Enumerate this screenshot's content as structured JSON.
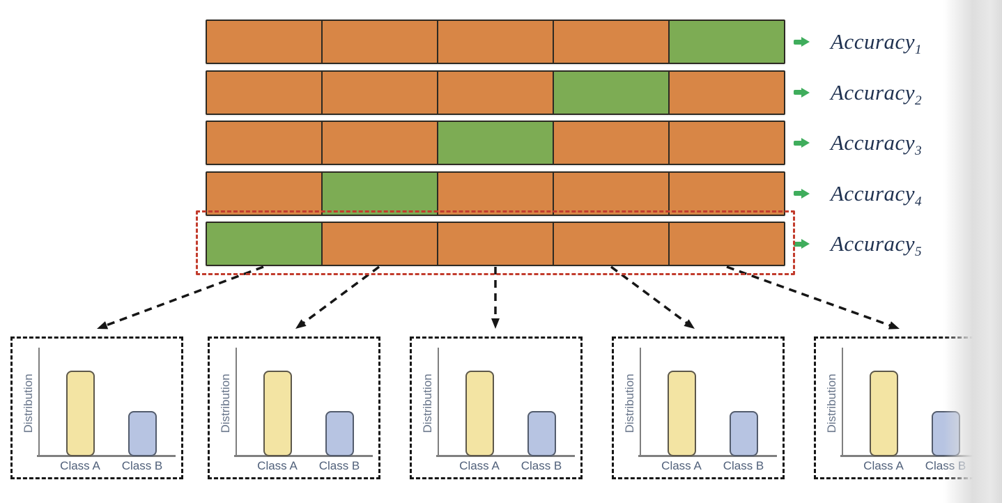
{
  "diagram": {
    "blocks_per_row": 5,
    "rows": [
      {
        "label_base": "Accuracy",
        "subscript": "1",
        "validation_block": 5
      },
      {
        "label_base": "Accuracy",
        "subscript": "2",
        "validation_block": 4
      },
      {
        "label_base": "Accuracy",
        "subscript": "3",
        "validation_block": 3
      },
      {
        "label_base": "Accuracy",
        "subscript": "4",
        "validation_block": 2
      },
      {
        "label_base": "Accuracy",
        "subscript": "5",
        "validation_block": 1
      }
    ],
    "highlighted_row": 5
  },
  "charts": {
    "panel_count": 5,
    "ylabel": "Distribution",
    "categories": [
      "Class A",
      "Class B"
    ]
  },
  "chart_data": [
    {
      "type": "bar",
      "title": "",
      "ylabel": "Distribution",
      "categories": [
        "Class A",
        "Class B"
      ],
      "values": [
        0.79,
        0.42
      ],
      "ylim": [
        0,
        1
      ],
      "grid": false
    },
    {
      "type": "bar",
      "title": "",
      "ylabel": "Distribution",
      "categories": [
        "Class A",
        "Class B"
      ],
      "values": [
        0.79,
        0.42
      ],
      "ylim": [
        0,
        1
      ],
      "grid": false
    },
    {
      "type": "bar",
      "title": "",
      "ylabel": "Distribution",
      "categories": [
        "Class A",
        "Class B"
      ],
      "values": [
        0.79,
        0.42
      ],
      "ylim": [
        0,
        1
      ],
      "grid": false
    },
    {
      "type": "bar",
      "title": "",
      "ylabel": "Distribution",
      "categories": [
        "Class A",
        "Class B"
      ],
      "values": [
        0.79,
        0.42
      ],
      "ylim": [
        0,
        1
      ],
      "grid": false
    },
    {
      "type": "bar",
      "title": "",
      "ylabel": "Distribution",
      "categories": [
        "Class A",
        "Class B"
      ],
      "values": [
        0.79,
        0.42
      ],
      "ylim": [
        0,
        1
      ],
      "grid": false
    }
  ],
  "colors": {
    "train_block": "#d88646",
    "validation_block": "#7dac54",
    "block_border": "#2d2a23",
    "green_arrow": "#3fad5c",
    "accuracy_text": "#1f3150",
    "highlight_box": "#c23c2d",
    "connector": "#161616",
    "bar_class_a": "#f3e4a3",
    "bar_class_b": "#b7c4e2",
    "axis_gray": "#7f7f7f",
    "chart_text": "#50607a"
  }
}
